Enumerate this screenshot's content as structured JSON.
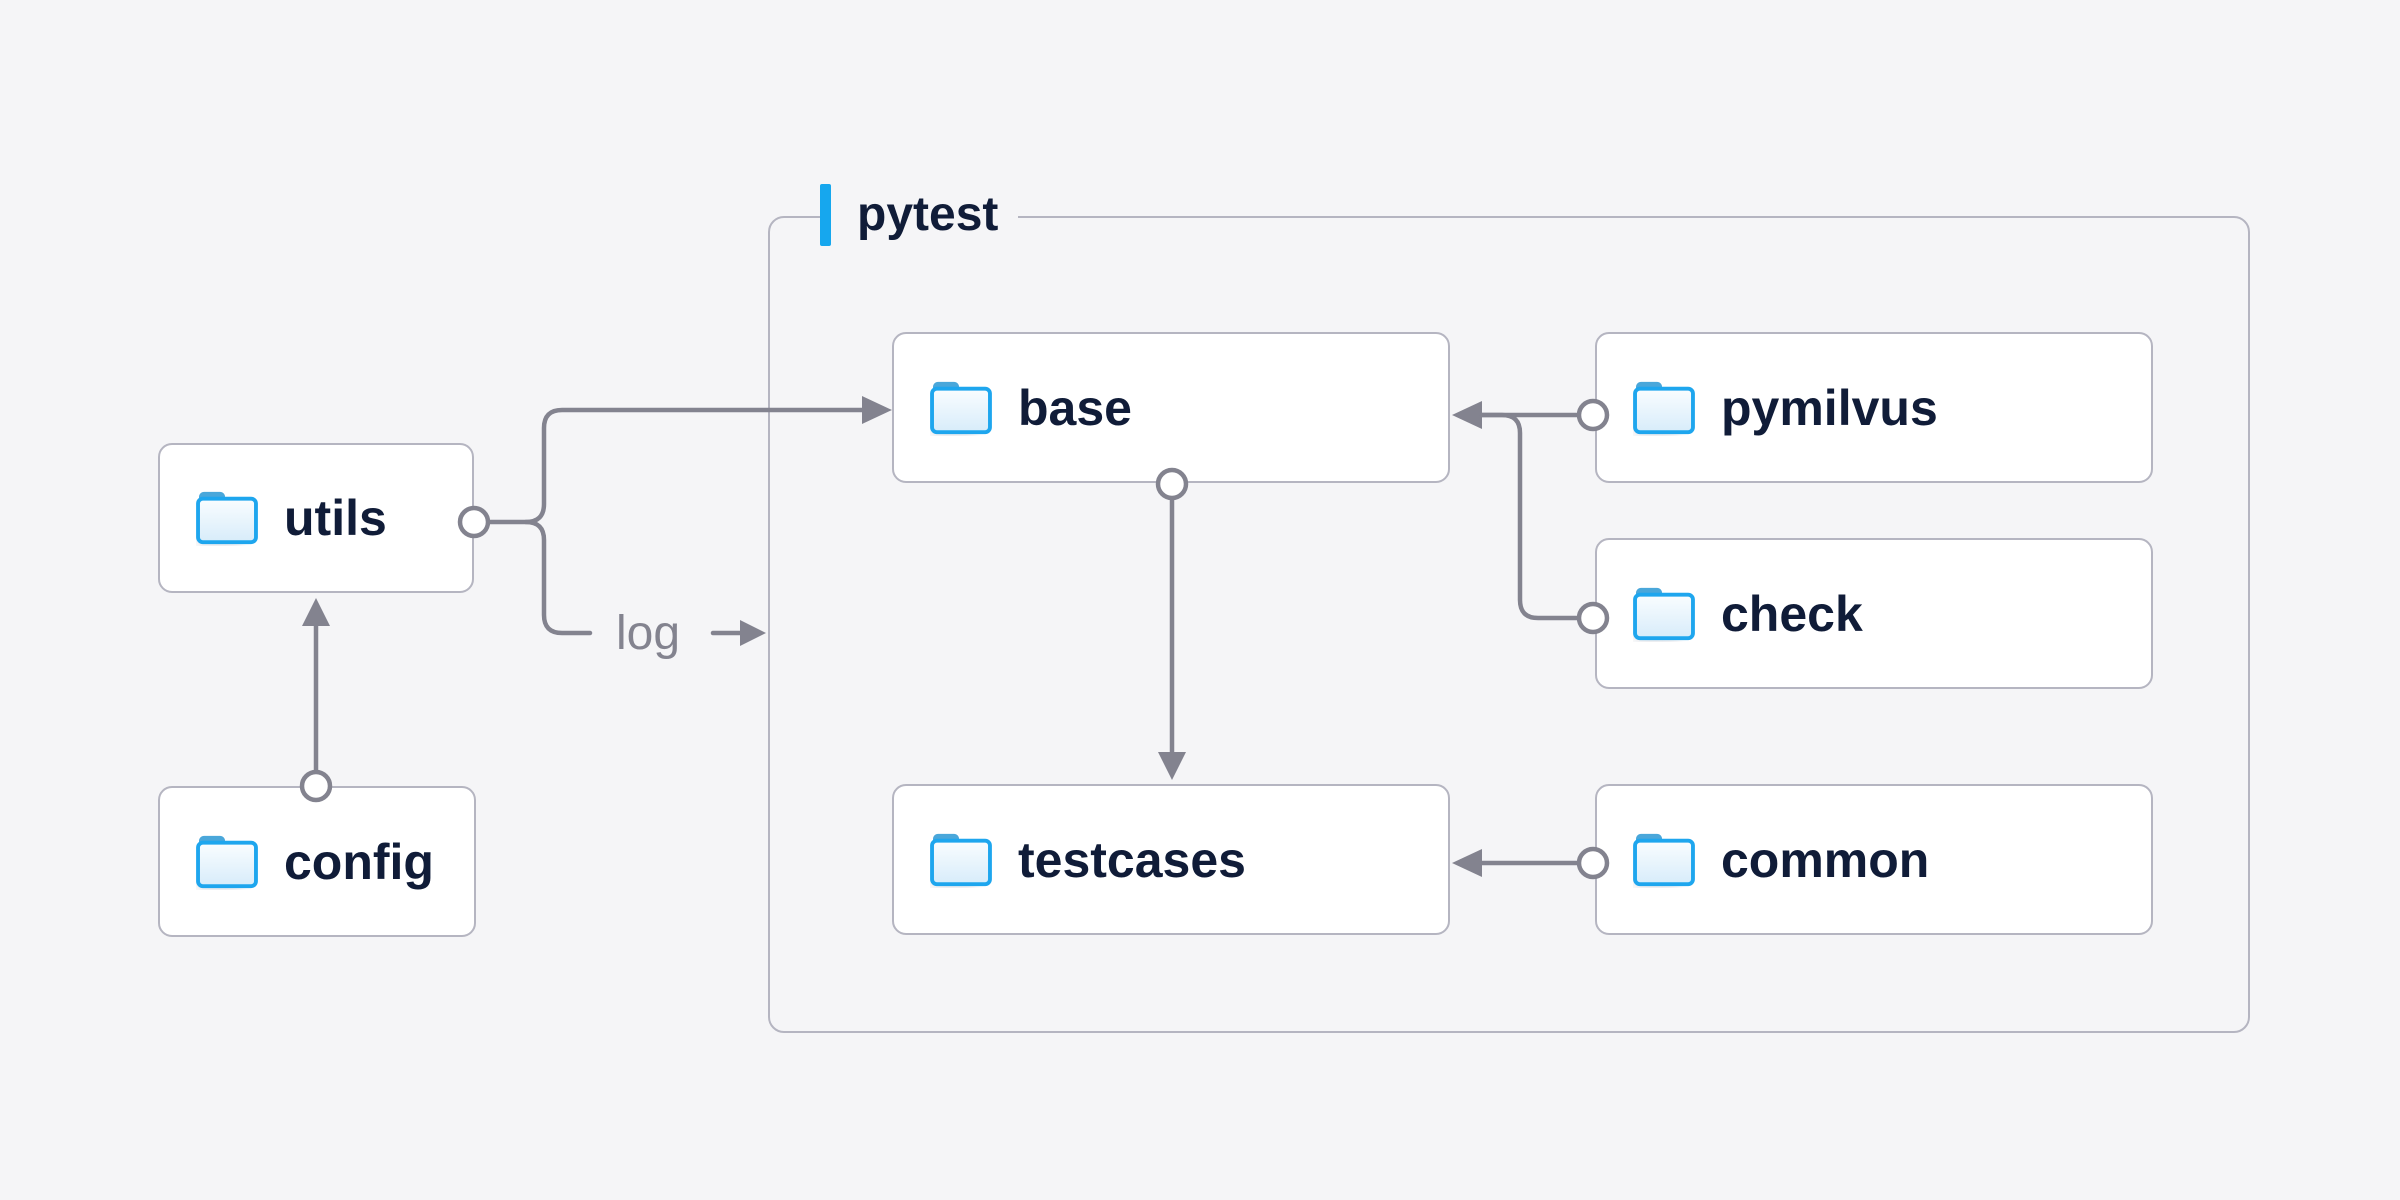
{
  "diagram": {
    "container_label": "pytest",
    "log_label": "log",
    "nodes": {
      "utils": {
        "label": "utils"
      },
      "config": {
        "label": "config"
      },
      "base": {
        "label": "base"
      },
      "pymilvus": {
        "label": "pymilvus"
      },
      "check": {
        "label": "check"
      },
      "testcases": {
        "label": "testcases"
      },
      "common": {
        "label": "common"
      }
    },
    "edges": [
      {
        "from": "utils",
        "to": "base"
      },
      {
        "from": "utils",
        "to": "pytest-group",
        "label": "log"
      },
      {
        "from": "config",
        "to": "utils"
      },
      {
        "from": "pymilvus",
        "to": "base"
      },
      {
        "from": "check",
        "to": "base"
      },
      {
        "from": "base",
        "to": "testcases"
      },
      {
        "from": "common",
        "to": "testcases"
      }
    ],
    "colors": {
      "background": "#f5f5f7",
      "node_fill": "#ffffff",
      "node_border": "#b5b5c1",
      "connector_gray": "#83838f",
      "label_text": "#101c38",
      "accent_blue": "#16a7ee",
      "folder_border_blue": "#1ea6ee",
      "folder_tab_blue": "#4aa7da"
    }
  }
}
